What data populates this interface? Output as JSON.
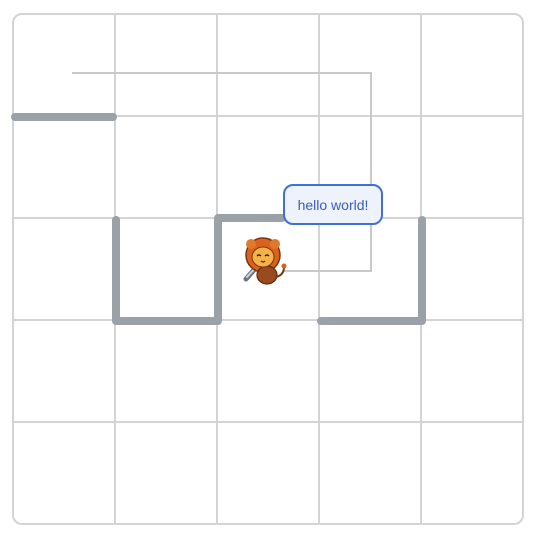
{
  "board": {
    "columns": 5,
    "rows": 5,
    "grid_color": "#d4d4d8",
    "wall_color": "#9aa1a8",
    "trail_color": "#c9c9c9"
  },
  "character": {
    "name": "lion-knight",
    "held_item": "sword"
  },
  "speech": {
    "text": "hello world!",
    "border_color": "#3f6fd8",
    "text_color": "#3b5cc4"
  }
}
